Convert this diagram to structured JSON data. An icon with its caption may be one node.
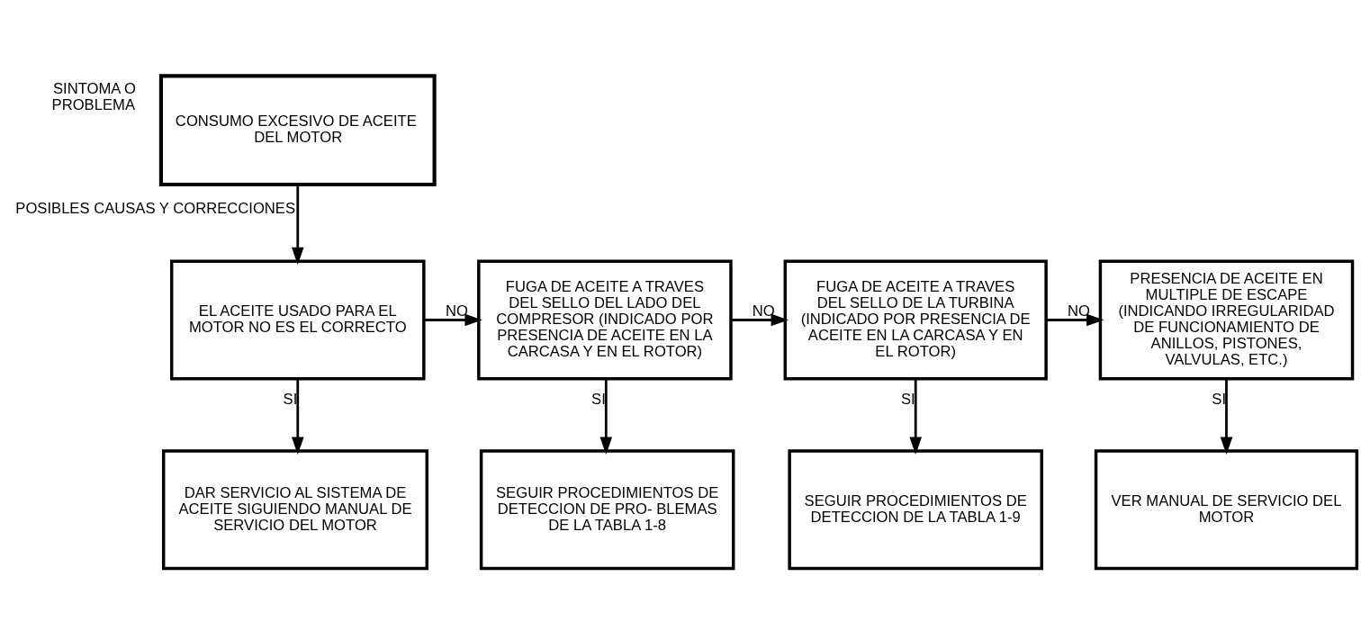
{
  "diagram": {
    "nodes": [
      {
        "text": [
          "CONSUMO EXCESIVO DE ACEITE DEL MOTOR"
        ],
        "beside": [
          "SINTOMA O PROBLEMA"
        ]
      },
      {
        "text": [
          "EL ACEITE USADO PARA EL MOTOR NO ES EL CORRECTO"
        ]
      },
      {
        "text": [
          "FUGA DE ACEITE A TRAVES DEL SELLO DEL LADO DEL COMPRESOR (INDICADO POR PRESENCIA DE ACEITE EN LA CARCASA Y EN EL ROTOR)"
        ]
      },
      {
        "text": [
          "FUGA DE ACEITE A TRAVES DEL SELLO DE LA TURBINA (INDICADO POR PRESENCIA DE ACEITE EN LA CARCASA Y EN EL ROTOR)"
        ]
      },
      {
        "text": [
          "PRESENCIA DE ACEITE EN MULTIPLE DE ESCAPE (INDICANDO IRREGULARIDAD DE FUNCIONAMIENTO DE ANILLOS, PISTONES, VALVULAS, ETC.)"
        ]
      },
      {
        "text": [
          "DAR SERVICIO AL SISTEMA DE ACEITE SIGUIENDO MANUAL DE SERVICIO DEL MOTOR"
        ]
      },
      {
        "text": [
          "SEGUIR PROCEDIMIENTOS DE DETECCION DE PRO- BLEMAS DE LA TABLA 1-8"
        ]
      },
      {
        "text": [
          "SEGUIR PROCEDIMIENTOS DE DETECCION DE LA TABLA 1-9"
        ]
      },
      {
        "text": [
          "VER MANUAL DE SERVICIO DEL MOTOR"
        ]
      }
    ],
    "edges": [
      {
        "from": 0,
        "to": 1,
        "arrow": "to",
        "label": "POSIBLES CAUSAS Y CORRECCIONES"
      },
      {
        "from": 1,
        "to": 2,
        "arrow": "to",
        "label": "NO"
      },
      {
        "from": 2,
        "to": 3,
        "arrow": "to",
        "label": "NO"
      },
      {
        "from": 3,
        "to": 4,
        "arrow": "to",
        "label": "NO"
      },
      {
        "from": 1,
        "to": 5,
        "arrow": "to",
        "label": "SI"
      },
      {
        "from": 2,
        "to": 6,
        "arrow": "to",
        "label": "SI"
      },
      {
        "from": 3,
        "to": 7,
        "arrow": "to",
        "label": "SI"
      },
      {
        "from": 4,
        "to": 8,
        "arrow": "to",
        "label": "SI"
      }
    ]
  }
}
